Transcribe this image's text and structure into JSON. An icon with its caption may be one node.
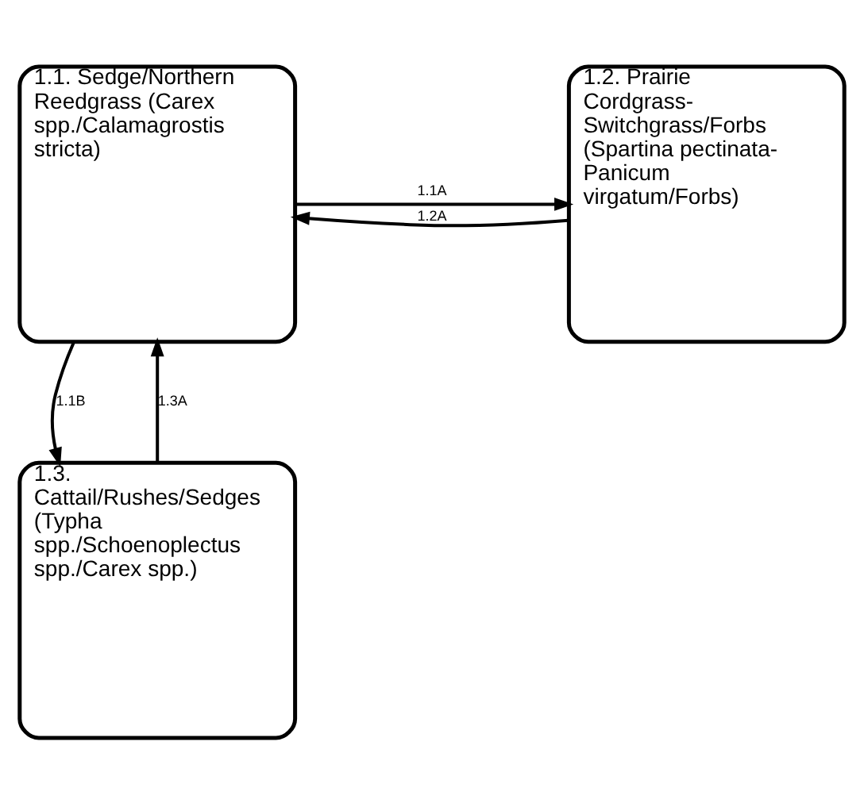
{
  "diagram": {
    "nodes": [
      {
        "text": [
          "1.1. Sedge/Northern Reedgrass (Carex spp./Calamagrostis stricta)"
        ]
      },
      {
        "text": [
          "1.2. Prairie Cordgrass-Switchgrass/Forbs (Spartina pectinata-Panicum virgatum/Forbs)"
        ]
      },
      {
        "text": [
          "1.3. Cattail/Rushes/Sedges (Typha spp./Schoenoplectus spp./Carex spp.)"
        ]
      }
    ],
    "edges": [
      {
        "from": 0,
        "to": 1,
        "arrow": "to",
        "label": "1.1A"
      },
      {
        "from": 1,
        "to": 0,
        "arrow": "to",
        "label": "1.2A"
      },
      {
        "from": 0,
        "to": 2,
        "arrow": "to",
        "label": "1.1B"
      },
      {
        "from": 2,
        "to": 0,
        "arrow": "to",
        "label": "1.3A"
      }
    ]
  }
}
